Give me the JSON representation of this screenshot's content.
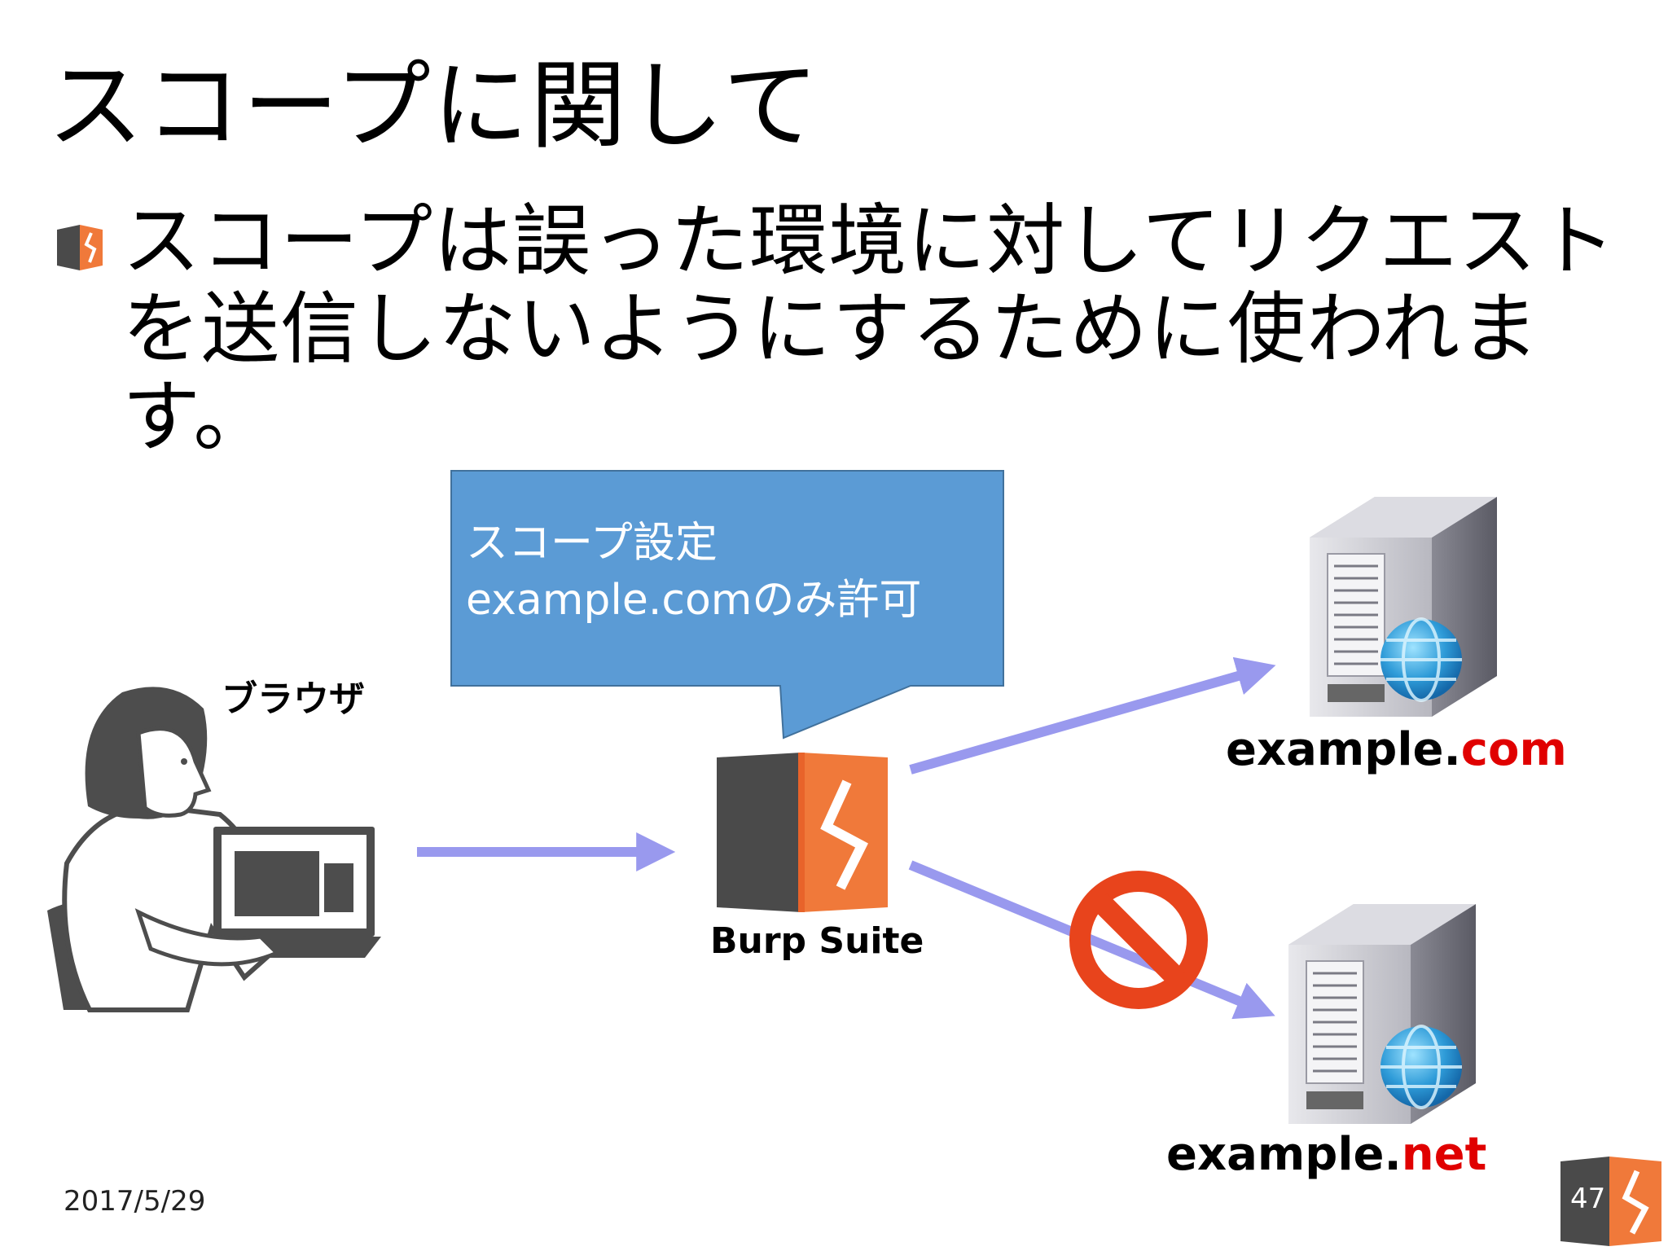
{
  "slide": {
    "title": "スコープに関して",
    "body": "スコープは誤った環境に対してリクエストを送信しないようにするために使われます。",
    "callout": {
      "line1": "スコープ設定",
      "line2": "example.comのみ許可"
    },
    "labels": {
      "browser": "ブラウザ",
      "proxy": "Burp Suite",
      "allowed_host_name": "example.",
      "allowed_host_tld": "com",
      "blocked_host_name": "example.",
      "blocked_host_tld": "net"
    },
    "footer": {
      "date": "2017/5/29",
      "page": "47"
    }
  },
  "colors": {
    "callout_fill": "#5b9bd5",
    "arrow": "#9999ee",
    "burp_orange": "#f0793a",
    "burp_dark": "#4a4a4a",
    "highlight_red": "#e00000",
    "prohibit_red": "#e8441c"
  },
  "icons": {
    "bullet": "burp-logo-icon",
    "user": "person-at-laptop-icon",
    "proxy": "burp-suite-logo-icon",
    "server": "server-globe-icon",
    "blocked": "prohibited-icon"
  }
}
